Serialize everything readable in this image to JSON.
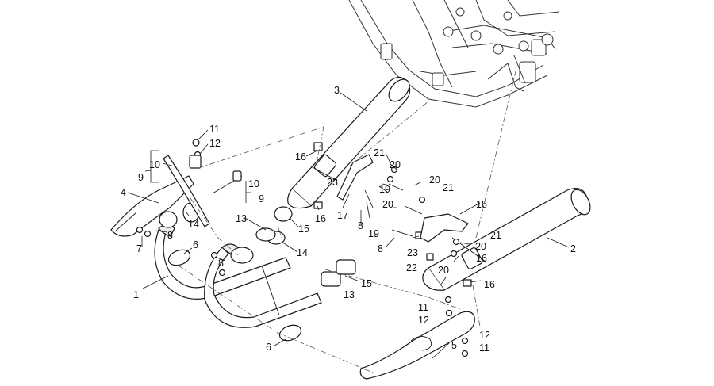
{
  "callouts": [
    {
      "id": "c1",
      "text": "1"
    },
    {
      "id": "c2",
      "text": "2"
    },
    {
      "id": "c3",
      "text": "3"
    },
    {
      "id": "c4",
      "text": "4"
    },
    {
      "id": "c5",
      "text": "5"
    },
    {
      "id": "c6a",
      "text": "6"
    },
    {
      "id": "c6b",
      "text": "6"
    },
    {
      "id": "c7",
      "text": "7"
    },
    {
      "id": "c8a",
      "text": "8"
    },
    {
      "id": "c8b",
      "text": "8"
    },
    {
      "id": "c8c",
      "text": "8"
    },
    {
      "id": "c8d",
      "text": "8"
    },
    {
      "id": "c9a",
      "text": "9"
    },
    {
      "id": "c9b",
      "text": "9"
    },
    {
      "id": "c10a",
      "text": "10"
    },
    {
      "id": "c10b",
      "text": "10"
    },
    {
      "id": "c11a",
      "text": "11"
    },
    {
      "id": "c11b",
      "text": "11"
    },
    {
      "id": "c11c",
      "text": "11"
    },
    {
      "id": "c12a",
      "text": "12"
    },
    {
      "id": "c12b",
      "text": "12"
    },
    {
      "id": "c12c",
      "text": "12"
    },
    {
      "id": "c13a",
      "text": "13"
    },
    {
      "id": "c13b",
      "text": "13"
    },
    {
      "id": "c14a",
      "text": "14"
    },
    {
      "id": "c14b",
      "text": "14"
    },
    {
      "id": "c15a",
      "text": "15"
    },
    {
      "id": "c15b",
      "text": "15"
    },
    {
      "id": "c16a",
      "text": "16"
    },
    {
      "id": "c16b",
      "text": "16"
    },
    {
      "id": "c16c",
      "text": "16"
    },
    {
      "id": "c16d",
      "text": "16"
    },
    {
      "id": "c17",
      "text": "17"
    },
    {
      "id": "c18",
      "text": "18"
    },
    {
      "id": "c19a",
      "text": "19"
    },
    {
      "id": "c19b",
      "text": "19"
    },
    {
      "id": "c20a",
      "text": "20"
    },
    {
      "id": "c20b",
      "text": "20"
    },
    {
      "id": "c20c",
      "text": "20"
    },
    {
      "id": "c20d",
      "text": "20"
    },
    {
      "id": "c20e",
      "text": "20"
    },
    {
      "id": "c21a",
      "text": "21"
    },
    {
      "id": "c21b",
      "text": "21"
    },
    {
      "id": "c21c",
      "text": "21"
    },
    {
      "id": "c22",
      "text": "22"
    },
    {
      "id": "c23a",
      "text": "23"
    },
    {
      "id": "c23b",
      "text": "23"
    }
  ]
}
